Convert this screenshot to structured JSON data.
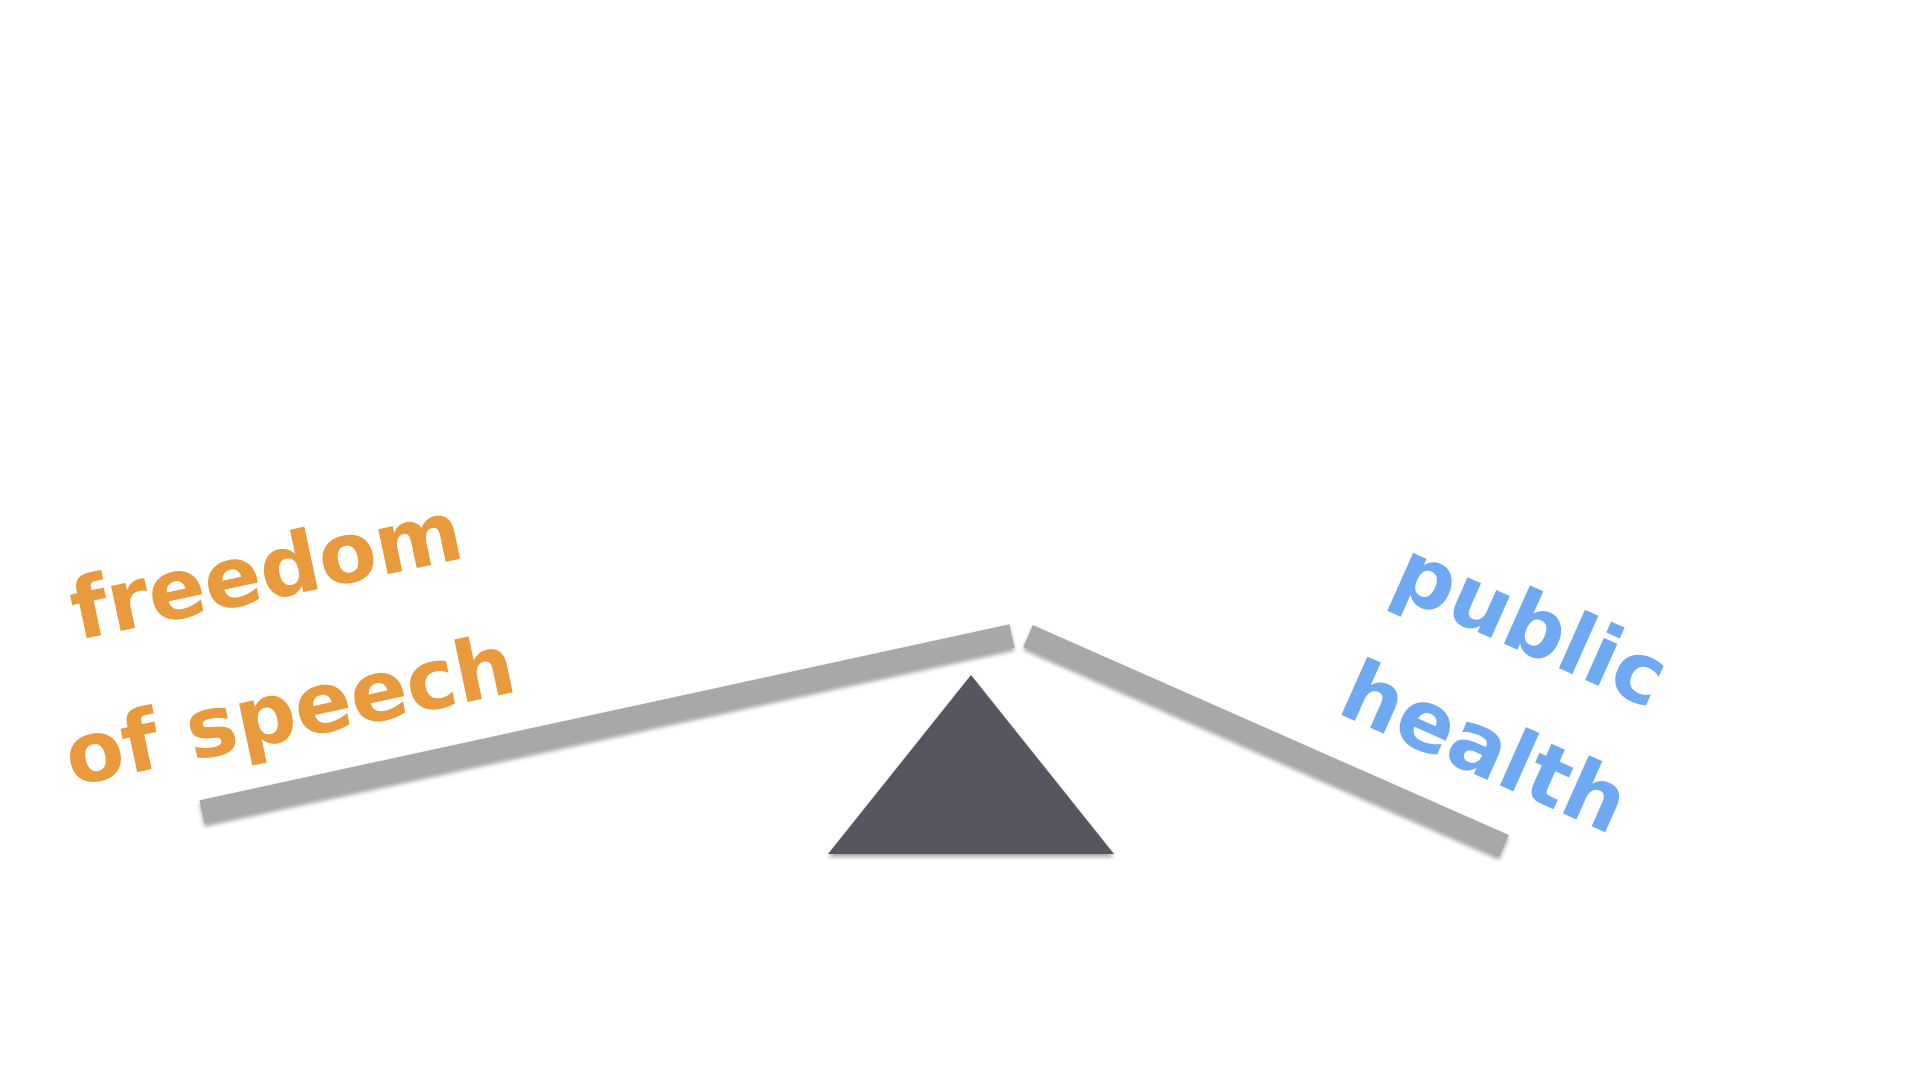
{
  "diagram": {
    "left_label": {
      "line1": "freedom",
      "line2": "of speech",
      "color": "#E89A3C"
    },
    "right_label": {
      "line1": "public",
      "line2": "health",
      "color": "#6EA9F2"
    },
    "beam_color": "#A7A8A8",
    "fulcrum_color": "#54575E"
  }
}
